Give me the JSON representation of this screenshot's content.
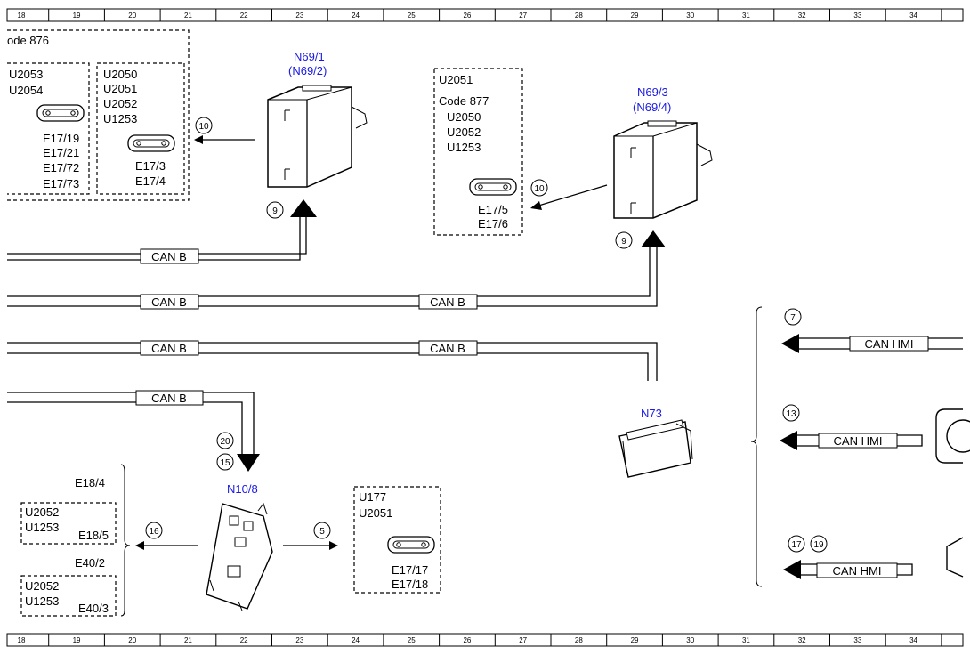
{
  "ruler": {
    "top": [
      "18",
      "19",
      "20",
      "21",
      "22",
      "23",
      "24",
      "25",
      "26",
      "27",
      "28",
      "29",
      "30",
      "31",
      "32",
      "33",
      "34"
    ],
    "bottom": [
      "18",
      "19",
      "20",
      "21",
      "22",
      "23",
      "24",
      "25",
      "26",
      "27",
      "28",
      "29",
      "30",
      "31",
      "32",
      "33",
      "34"
    ]
  },
  "modules": {
    "n69_1": {
      "name": "N69/1",
      "alt": "(N69/2)"
    },
    "n69_3": {
      "name": "N69/3",
      "alt": "(N69/4)"
    },
    "n73": {
      "name": "N73"
    },
    "n10_8": {
      "name": "N10/8"
    }
  },
  "boxes": {
    "code876": {
      "title": "ode 876",
      "left_codes": [
        "U2053",
        "U2054"
      ],
      "left_parts": [
        "E17/19",
        "E17/21",
        "E17/72",
        "E17/73"
      ],
      "right_codes": [
        "U2050",
        "U2051",
        "U2052",
        "U1253"
      ],
      "right_parts": [
        "E17/3",
        "E17/4"
      ]
    },
    "code877": {
      "top_code": "U2051",
      "title": "Code 877",
      "codes": [
        "U2050",
        "U2052",
        "U1253"
      ],
      "parts": [
        "E17/5",
        "E17/6"
      ]
    },
    "n10_group": {
      "codes": [
        "U177",
        "U2051"
      ],
      "parts": [
        "E17/17",
        "E17/18"
      ]
    },
    "e18": {
      "label_top": "E18/4",
      "codes": [
        "U2052",
        "U1253"
      ],
      "label_right": "E18/5"
    },
    "e40": {
      "label_top": "E40/2",
      "codes": [
        "U2052",
        "U1253"
      ],
      "label_right": "E40/3"
    }
  },
  "bus_labels": {
    "can_b_1": "CAN B",
    "can_b_2": "CAN B",
    "can_b_3": "CAN B",
    "can_b_4": "CAN B",
    "can_b_5": "CAN B",
    "can_b_6": "CAN B",
    "can_hmi_1": "CAN HMI",
    "can_hmi_2": "CAN HMI",
    "can_hmi_3": "CAN HMI"
  },
  "callouts": {
    "c10a": "10",
    "c9a": "9",
    "c10b": "10",
    "c9b": "9",
    "c20": "20",
    "c15": "15",
    "c16": "16",
    "c5": "5",
    "c7": "7",
    "c13": "13",
    "c17": "17",
    "c19": "19"
  }
}
